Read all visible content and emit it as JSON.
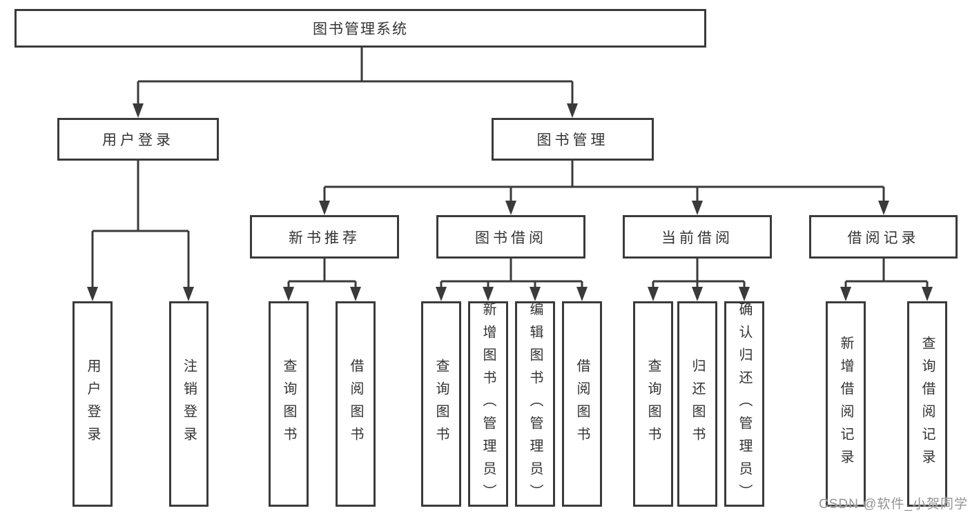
{
  "tree": {
    "label": "图书管理系统",
    "children": [
      {
        "label": "用户登录",
        "children": [
          {
            "label": "用户登录"
          },
          {
            "label": "注销登录"
          }
        ]
      },
      {
        "label": "图书管理",
        "children": [
          {
            "label": "新书推荐",
            "children": [
              {
                "label": "查询图书"
              },
              {
                "label": "借阅图书"
              }
            ]
          },
          {
            "label": "图书借阅",
            "children": [
              {
                "label": "查询图书"
              },
              {
                "label": "新增图书（管理员）"
              },
              {
                "label": "编辑图书（管理员）"
              },
              {
                "label": "借阅图书"
              }
            ]
          },
          {
            "label": "当前借阅",
            "children": [
              {
                "label": "查询图书"
              },
              {
                "label": "归还图书"
              },
              {
                "label": "确认归还（管理员）"
              }
            ]
          },
          {
            "label": "借阅记录",
            "children": [
              {
                "label": "新增借阅记录"
              },
              {
                "label": "查询借阅记录"
              }
            ]
          }
        ]
      }
    ]
  },
  "watermark": {
    "text": "CSDN @软件_小贺同学"
  },
  "colors": {
    "line": "#3a3a3a",
    "box_border": "#3a3a3a",
    "text": "#333333",
    "watermark": "#949494",
    "background": "#ffffff"
  }
}
